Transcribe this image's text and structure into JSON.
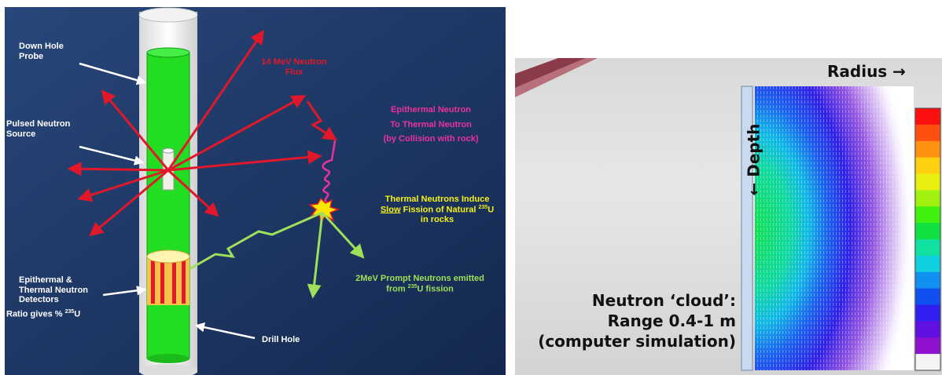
{
  "diagram": {
    "labels": {
      "down_hole_probe": "Down Hole\nProbe",
      "pulsed_neutron_source": "Pulsed Neutron\nSource",
      "detectors": "Epithermal &\nThermal Neutron\nDetectors",
      "ratio_prefix": "Ratio gives % ",
      "ratio_sup": "235",
      "ratio_suffix": "U",
      "drill_hole": "Drill Hole",
      "flux_line1": "14 MeV Neutron",
      "flux_line2": "Flux",
      "epi_line1": "Epithermal Neutron",
      "epi_line2": "To Thermal Neutron",
      "epi_line3": "(by Collision with rock)",
      "thermal_line1": "Thermal Neutrons Induce",
      "thermal_slow": "Slow",
      "thermal_line2_rest": " Fission of Natural ",
      "thermal_sup": "235",
      "thermal_u": "U",
      "thermal_line3": "in rocks",
      "prompt_line1": "2MeV Prompt Neutrons emitted",
      "prompt_from": "from ",
      "prompt_sup": "235",
      "prompt_rest": "U  fission"
    },
    "colors": {
      "background": "#1e3a66",
      "probe_green": "#22dd22",
      "flux_red": "#e0182a",
      "thermal_green": "#9ee05a"
    }
  },
  "simulation": {
    "radius_label": "Radius →",
    "depth_label": "← Depth",
    "caption_line1": "Neutron ‘cloud’:",
    "caption_line2": "Range 0.4-1 m",
    "caption_line3": "(computer simulation)",
    "colorbar": [
      "#ff1010",
      "#ff5010",
      "#ff9010",
      "#ffd010",
      "#e8f010",
      "#a0f010",
      "#40f010",
      "#10e040",
      "#10e0a0",
      "#10d0e0",
      "#1090f0",
      "#1050f0",
      "#3020f0",
      "#6010e0",
      "#9010d0",
      "#f4f4f4"
    ]
  }
}
